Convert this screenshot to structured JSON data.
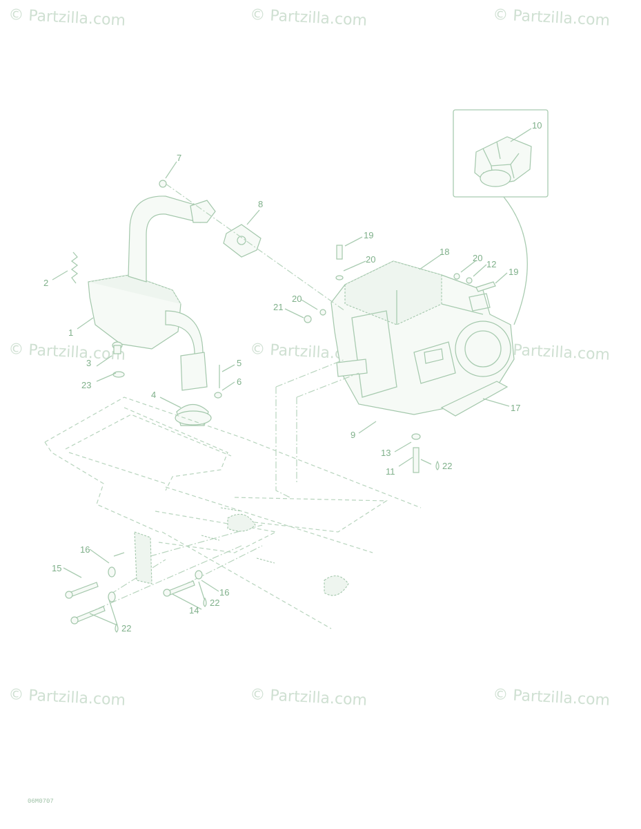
{
  "watermark": "© Partzilla.com",
  "diagram_code": "06M0707",
  "callouts": [
    "1",
    "2",
    "3",
    "4",
    "5",
    "6",
    "7",
    "8",
    "9",
    "10",
    "11",
    "12",
    "13",
    "14",
    "15",
    "16",
    "17",
    "18",
    "19",
    "20",
    "21",
    "22",
    "23"
  ],
  "colors": {
    "line": "#a8cbb0",
    "label": "#7fb08a",
    "watermark": "#cfe0d2"
  }
}
